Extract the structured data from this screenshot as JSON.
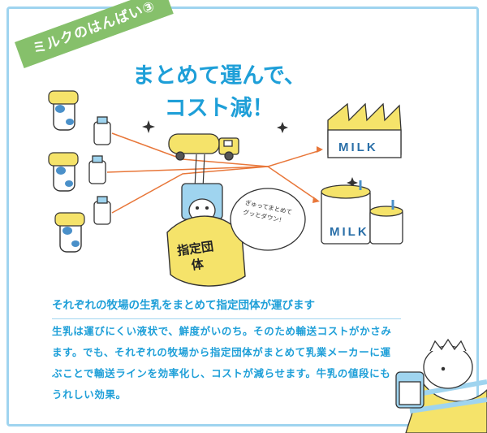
{
  "tag": {
    "label": "ミルクのはんばい③"
  },
  "title": {
    "line1": "まとめて運んで、",
    "line2": "コスト減！"
  },
  "factory_labels": [
    "MILK",
    "MILK"
  ],
  "badge": {
    "label": "指定団体"
  },
  "bubble": {
    "text": "ぎゅってまとめてグッとダウン！"
  },
  "subtitle": "それぞれの牧場の生乳をまとめて指定団体が運びます",
  "body": "生乳は運びにくい液状で、鮮度がいのち。そのため輸送コストがかさみます。でも、それぞれの牧場から指定団体がまとめて乳業メーカーに運ぶことで輸送ラインを効率化し、コストが減らせます。牛乳の値段にもうれしい効果。",
  "colors": {
    "accent": "#1e9fd8",
    "tag_green": "#86c06b",
    "yellow": "#f5e36a",
    "arrow": "#e8773a",
    "frame": "#9fd4ef"
  }
}
